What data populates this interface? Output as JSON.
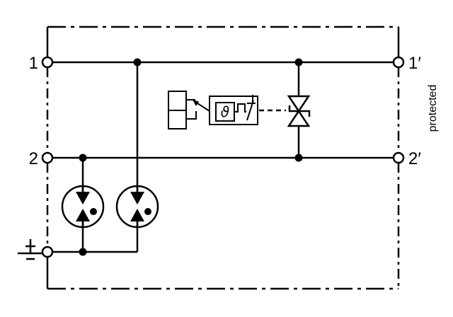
{
  "terminals": {
    "left_top": "1",
    "left_middle": "2",
    "right_top": "1′",
    "right_middle": "2′"
  },
  "labels": {
    "protected": "protected",
    "thermal_theta": "ϑ"
  },
  "colors": {
    "line": "#000000",
    "background": "#ffffff",
    "indicator_ok_green": "#1f9347",
    "indicator_fault_red": "#e30b17"
  },
  "icons": {
    "status_indicator": "status-indicator",
    "thermal_disconnector": "thermal-disconnector-with-theta",
    "suppressor_diode": "bidirectional-suppressor-diode",
    "gas_discharge_tube_left": "gas-discharge-tube",
    "gas_discharge_tube_right": "gas-discharge-tube",
    "earth_terminal": "earth-symbol"
  }
}
